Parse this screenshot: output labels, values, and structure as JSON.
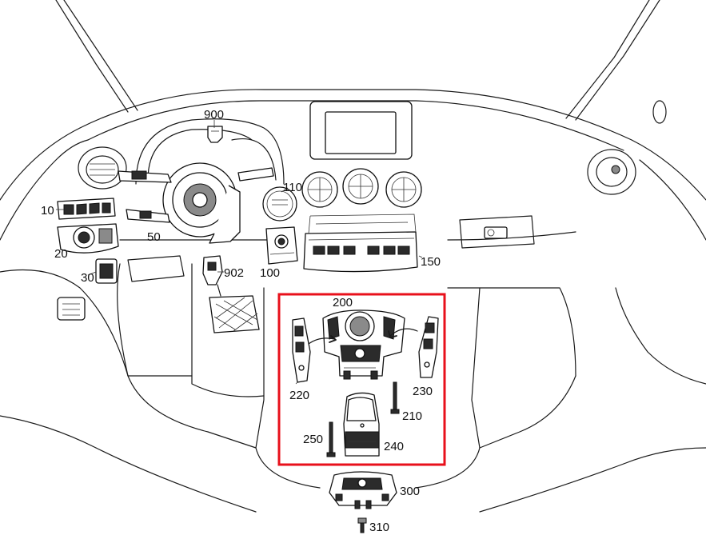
{
  "colors": {
    "line": "#1a1a1a",
    "highlight": "#e8101b",
    "background": "#ffffff"
  },
  "labels": {
    "p10": "10",
    "p20": "20",
    "p30": "30",
    "p50": "50",
    "p100": "100",
    "p110": "110",
    "p150": "150",
    "p200": "200",
    "p210": "210",
    "p220": "220",
    "p230": "230",
    "p240": "240",
    "p250": "250",
    "p300": "300",
    "p310": "310",
    "p900": "900",
    "p902": "902"
  }
}
